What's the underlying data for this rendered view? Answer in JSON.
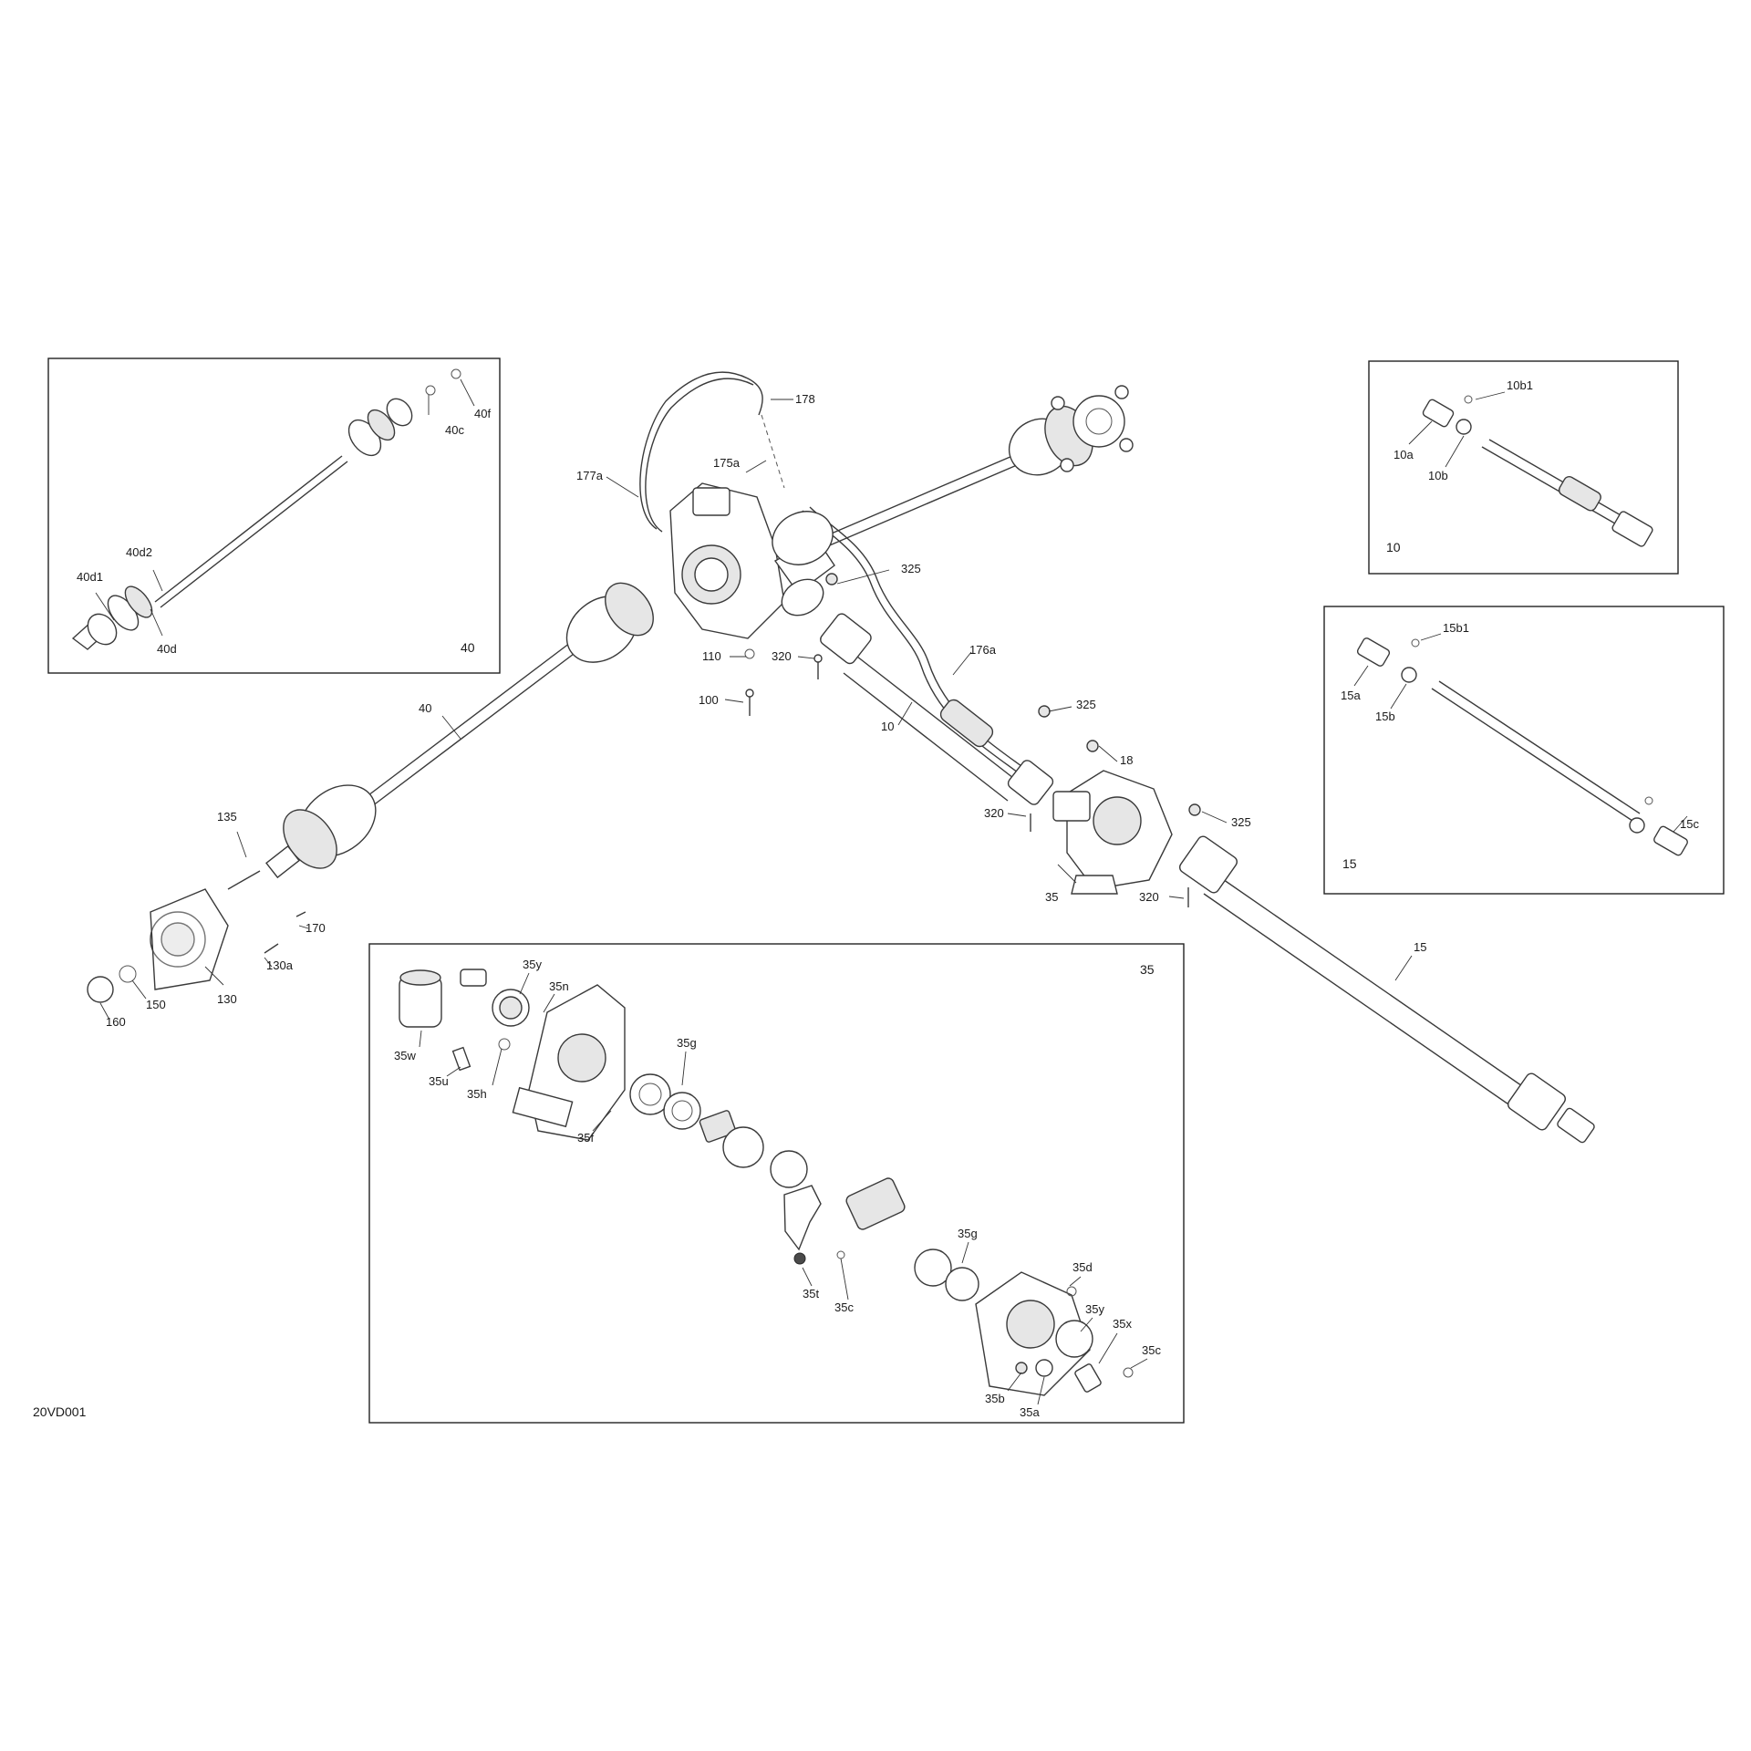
{
  "diagram": {
    "reference": "20VD001",
    "insets": {
      "b40": "40",
      "b10": "10",
      "b15": "15",
      "b35": "35"
    },
    "callouts": {
      "c40f": "40f",
      "c40c": "40c",
      "c40d2": "40d2",
      "c40d1": "40d1",
      "c40d": "40d",
      "c178": "178",
      "c175a": "175a",
      "c177a": "177a",
      "c325a": "325",
      "c110": "110",
      "c320a": "320",
      "c100": "100",
      "c176a": "176a",
      "c40": "40",
      "c10": "10",
      "c325b": "325",
      "c18": "18",
      "c320b": "320",
      "c325c": "325",
      "c35": "35",
      "c320c": "320",
      "c15": "15",
      "c135": "135",
      "c170": "170",
      "c130a": "130a",
      "c130": "130",
      "c150": "150",
      "c160": "160",
      "c10b1": "10b1",
      "c10a": "10a",
      "c10b": "10b",
      "c15b1": "15b1",
      "c15a": "15a",
      "c15b": "15b",
      "c15c": "15c",
      "c35y1": "35y",
      "c35n": "35n",
      "c35w": "35w",
      "c35u": "35u",
      "c35h": "35h",
      "c35g1": "35g",
      "c35f": "35f",
      "c35g2": "35g",
      "c35t": "35t",
      "c35c1": "35c",
      "c35d": "35d",
      "c35y2": "35y",
      "c35x": "35x",
      "c35c2": "35c",
      "c35b": "35b",
      "c35a": "35a"
    }
  }
}
